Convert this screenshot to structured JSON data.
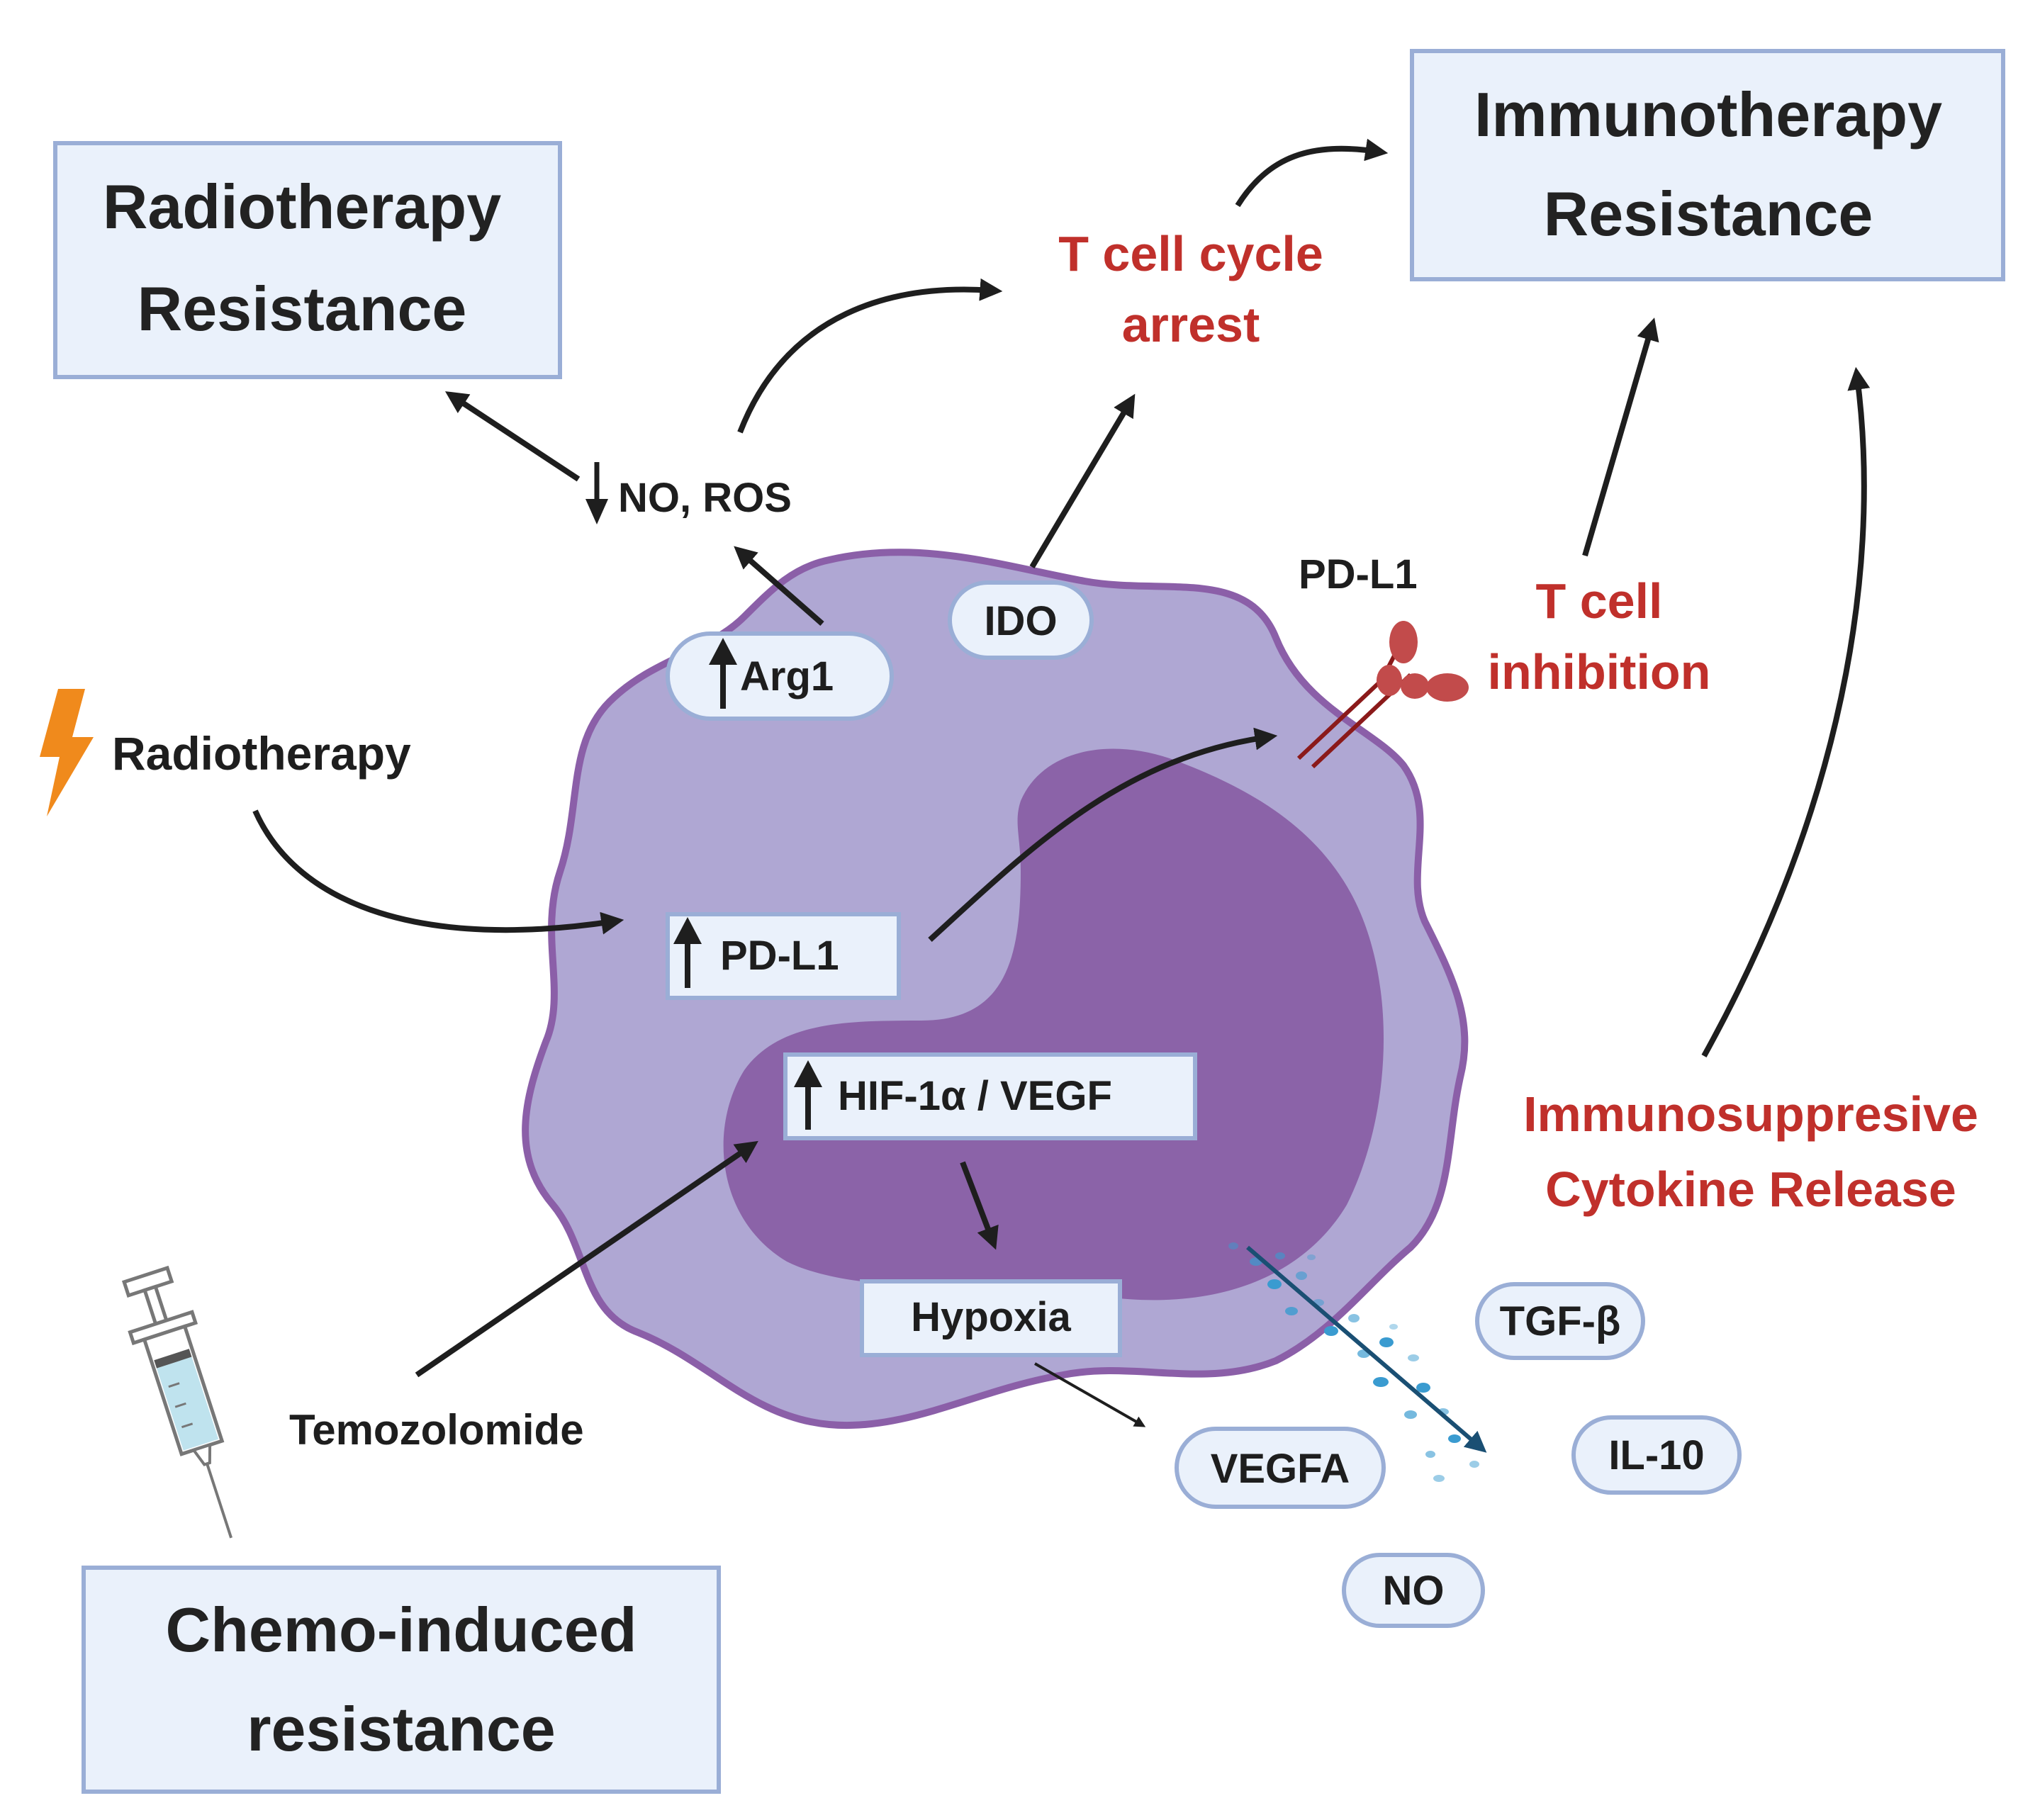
{
  "boxes": {
    "radiotherapy_resistance": [
      "Radiotherapy",
      "Resistance"
    ],
    "immunotherapy_resistance": [
      "Immunotherapy",
      "Resistance"
    ],
    "chemo_resistance": [
      "Chemo-induced",
      "resistance"
    ]
  },
  "red_labels": {
    "t_cell_cycle_arrest": [
      "T cell cycle",
      "arrest"
    ],
    "t_cell_inhibition": [
      "T cell",
      "inhibition"
    ],
    "cytokine_release": [
      "Immunosuppresive",
      "Cytokine Release"
    ]
  },
  "labels": {
    "no_ros": "NO, ROS",
    "radiotherapy": "Radiotherapy",
    "temozolomide": "Temozolomide",
    "pd_l1_receptor": "PD-L1"
  },
  "cell_markers": {
    "arg1": "Arg1",
    "ido": "IDO",
    "pd_l1": "PD-L1",
    "hif_vegf": "HIF-1α / VEGF",
    "hypoxia": "Hypoxia"
  },
  "cytokines": {
    "tgf_beta": "TGF-β",
    "il_10": "IL-10",
    "vegfa": "VEGFA",
    "no": "NO"
  },
  "icons": [
    "lightning-icon",
    "syringe-icon",
    "pd-l1-receptor-icon",
    "up-arrow-icon",
    "down-arrow-icon"
  ],
  "colors": {
    "box_fill": "#eaf1fb",
    "box_border": "#9aaed6",
    "cell_outer": "#afa7d3",
    "cell_border": "#8b5fa8",
    "nucleus": "#8b63a8",
    "red_text": "#c0302b",
    "receptor": "#8b1a1a",
    "lightning": "#f08a1c",
    "dots": "#3a9bd0"
  }
}
